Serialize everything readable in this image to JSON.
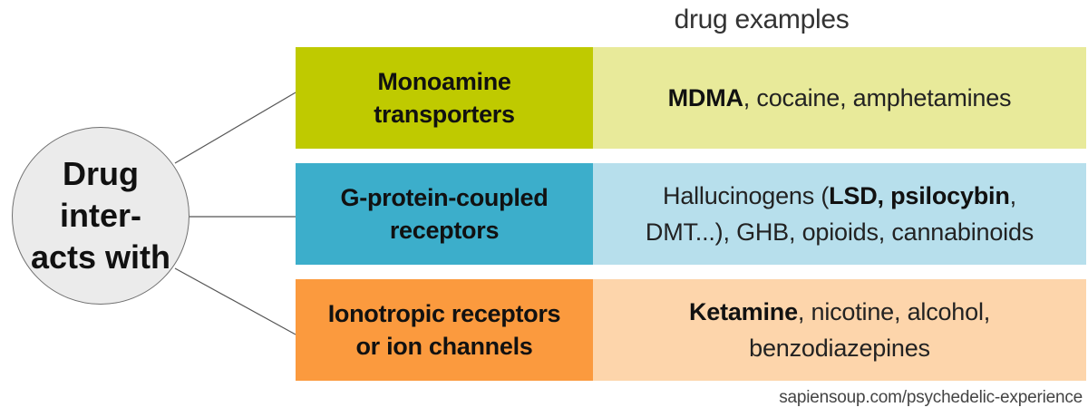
{
  "hub": {
    "label": "Drug inter-\nacts with"
  },
  "column_header": "drug examples",
  "rows": [
    {
      "target": "Monoamine\ntransporters",
      "target_color": "#bfca00",
      "examples_color": "#e8ea9a",
      "examples_line_1": [
        {
          "text": "MDMA",
          "bold": true
        },
        {
          "text": ", cocaine, amphetamines",
          "bold": false
        }
      ],
      "examples_line_2": []
    },
    {
      "target": "G-protein-coupled\nreceptors",
      "target_color": "#3caecb",
      "examples_color": "#b7dfec",
      "examples_line_1": [
        {
          "text": "Hallucinogens (",
          "bold": false
        },
        {
          "text": "LSD, psilocybin",
          "bold": true
        },
        {
          "text": ",",
          "bold": false
        }
      ],
      "examples_line_2": [
        {
          "text": "DMT...), GHB, opioids, cannabinoids",
          "bold": false
        }
      ]
    },
    {
      "target": "Ionotropic receptors\nor ion channels",
      "target_color": "#fb9a3e",
      "examples_color": "#fdd5ab",
      "examples_line_1": [
        {
          "text": "Ketamine",
          "bold": true
        },
        {
          "text": ", nicotine, alcohol,",
          "bold": false
        }
      ],
      "examples_line_2": [
        {
          "text": "benzodiazepines",
          "bold": false
        }
      ]
    }
  ],
  "source": "sapiensoup.com/psychedelic-experience"
}
